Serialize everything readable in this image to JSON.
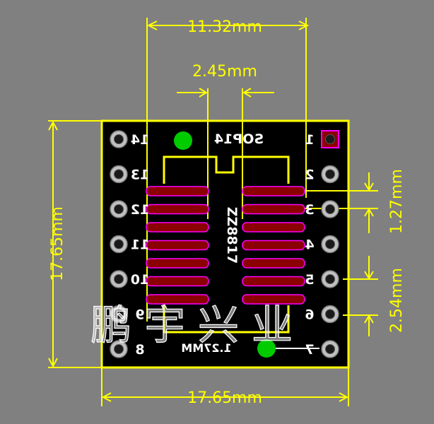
{
  "dimensions": {
    "width_top": "11.32mm",
    "pad_width": "2.45mm",
    "board_height": "17.65mm",
    "board_width": "17.65mm",
    "pitch_small": "1.27mm",
    "pitch_large": "2.54mm"
  },
  "silkscreen": {
    "package": "SOP14",
    "part_number": "ZZ8817",
    "pitch_label": "1.27MM"
  },
  "left_pins": [
    "14",
    "13",
    "12",
    "11",
    "10",
    "9",
    "8"
  ],
  "right_pins": [
    "1",
    "2",
    "3",
    "4",
    "5",
    "6",
    "7"
  ],
  "watermark": "鹏宇兴业",
  "colors": {
    "background": "#808080",
    "board": "#000000",
    "board_outline": "#ffff00",
    "dimension": "#ffff00",
    "pad_fill": "#8b0000",
    "pad_outline": "#ff00ff",
    "via": "#00cc00",
    "silkscreen": "#ffffff"
  }
}
